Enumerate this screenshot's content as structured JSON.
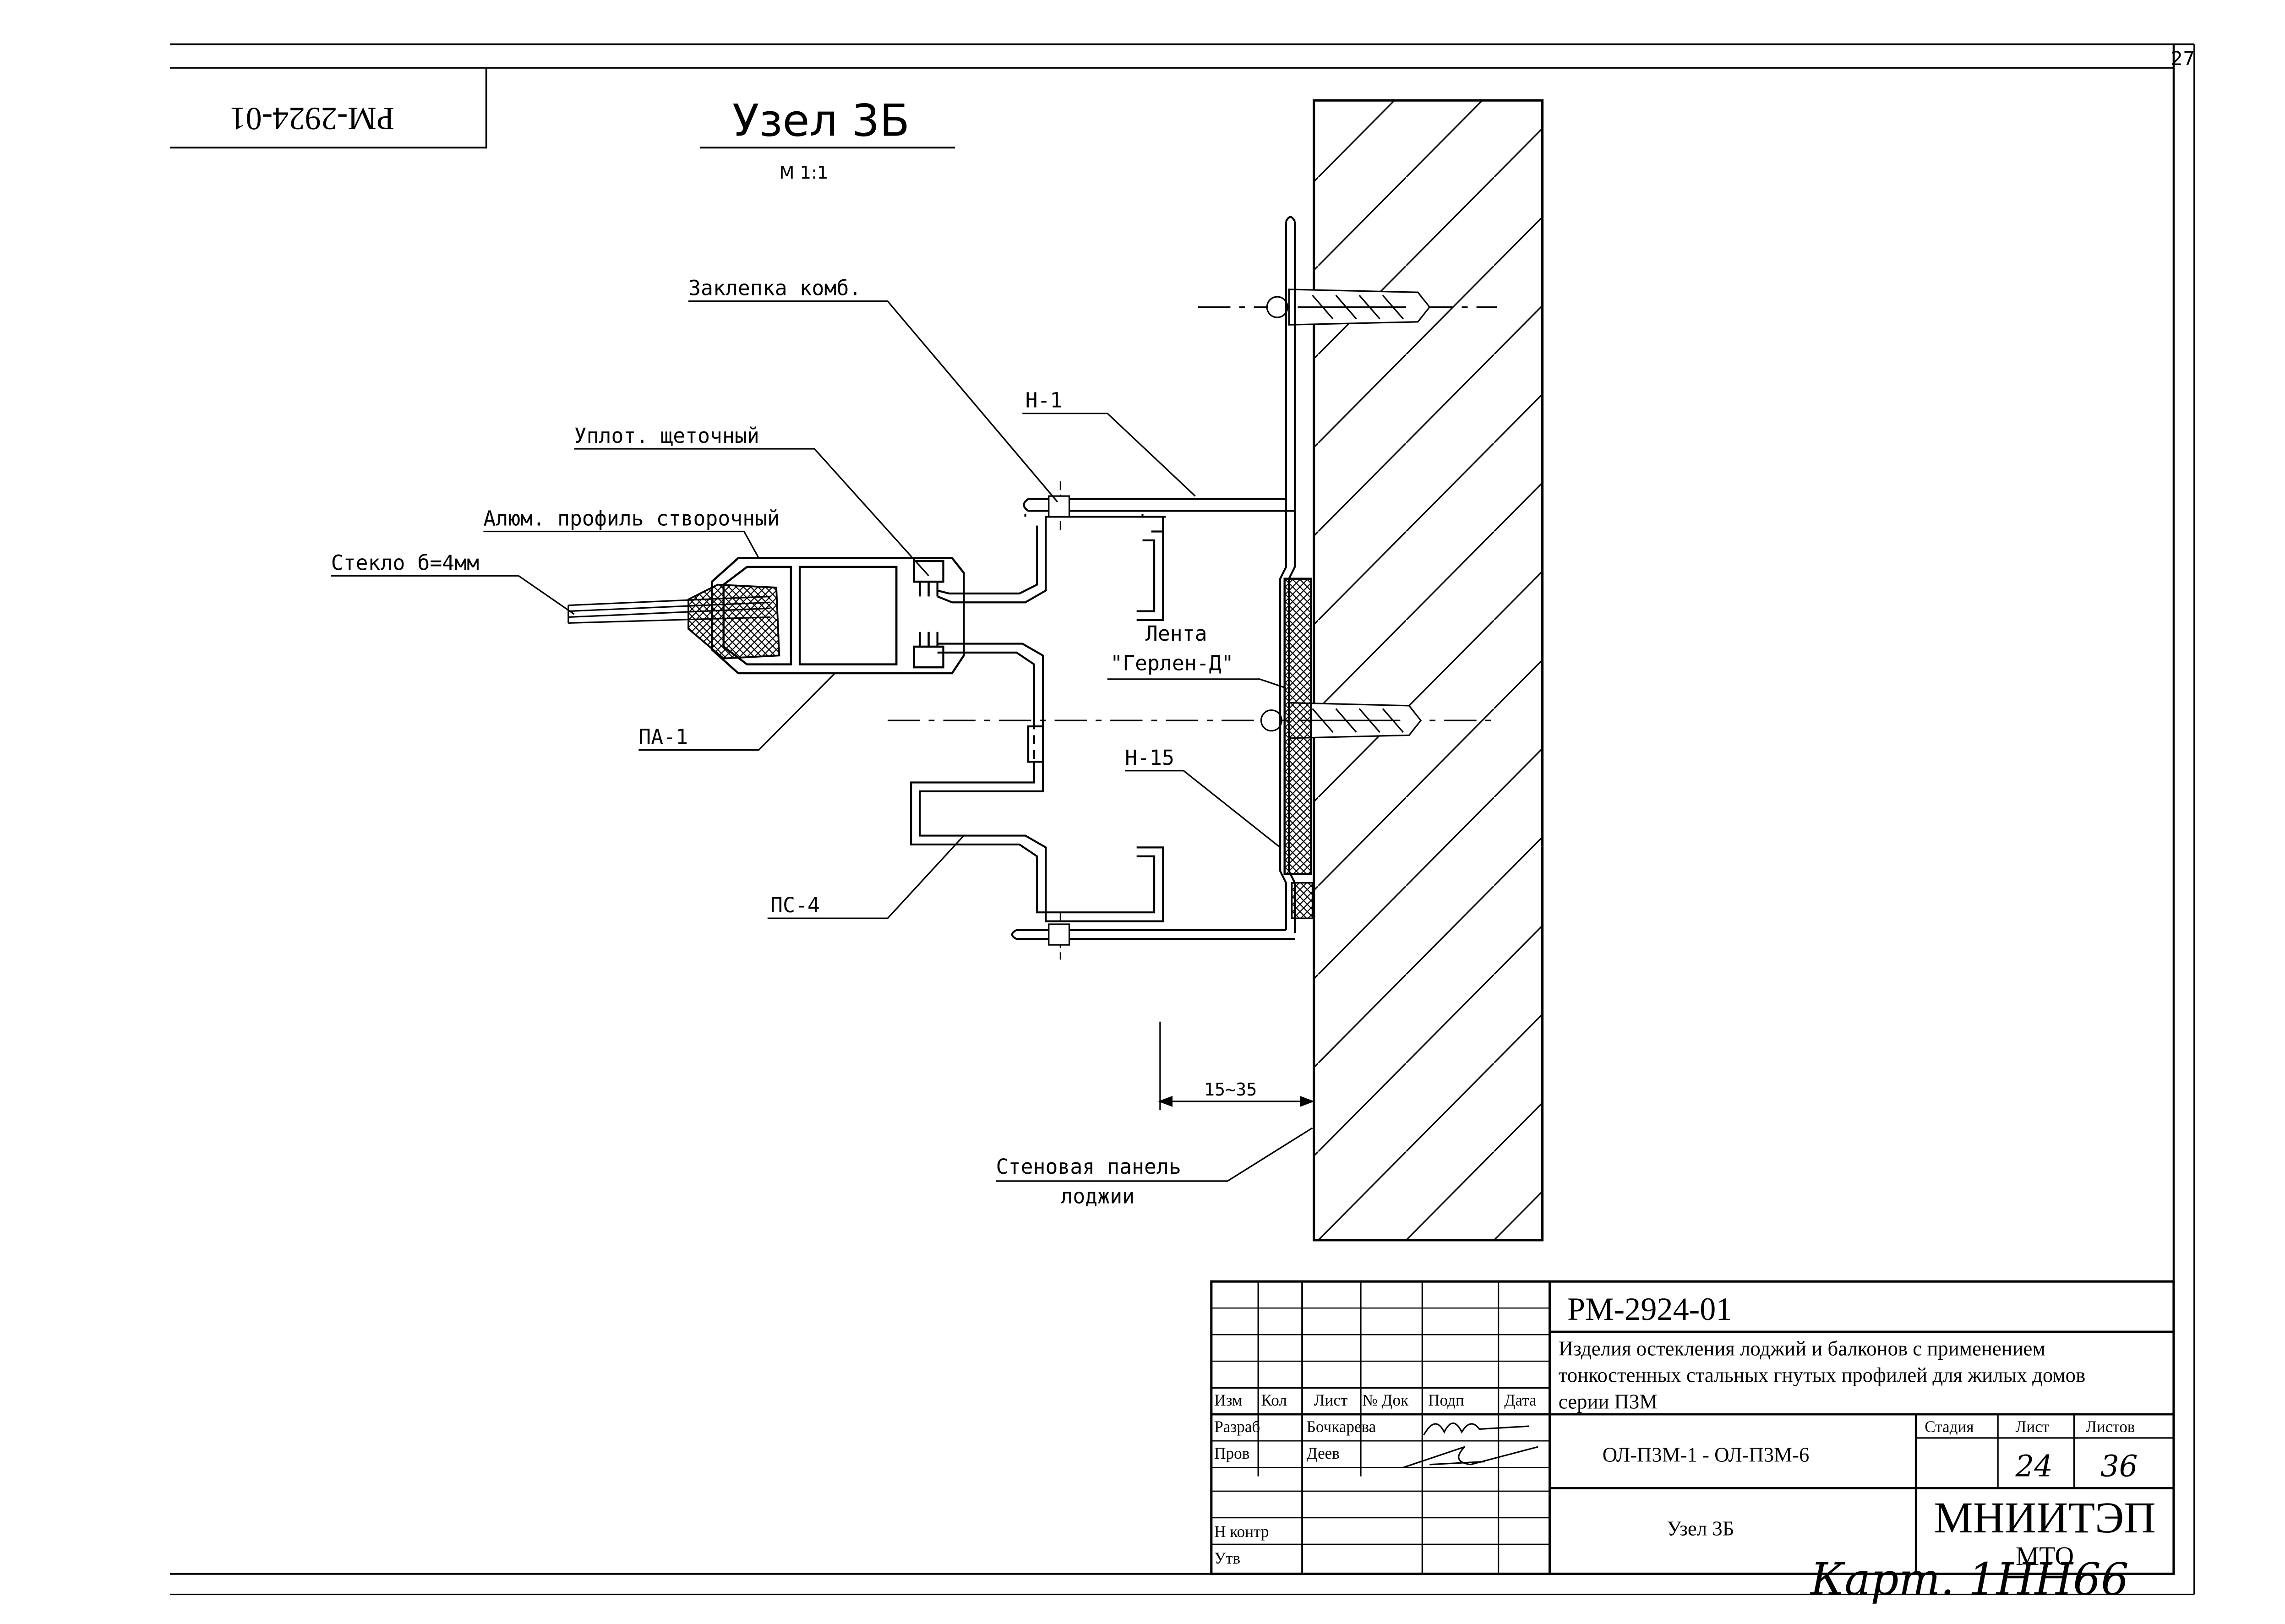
{
  "page_number": "27",
  "rotated_stamp": "РМ-2924-01",
  "node": {
    "title": "Узел 3Б",
    "scale": "М 1:1"
  },
  "callouts": {
    "rivet": "Заклепка комб.",
    "h1": "Н-1",
    "seal": "Уплот. щеточный",
    "alum_profile": "Алюм. профиль створочный",
    "glass": "Стекло б=4мм",
    "pa1": "ПА-1",
    "tape_1": "Лента",
    "tape_2": "\"Герлен-Д\"",
    "h15": "Н-15",
    "ps4": "ПС-4",
    "gap": "15~35",
    "wall_1": "Стеновая панель",
    "wall_2": "лоджии"
  },
  "title_block": {
    "code": "РМ-2924-01",
    "description_lines": [
      "Изделия остекления лоджий и балконов с применением",
      "тонкостенных стальных гнутых профилей для жилых домов",
      "серии П3М"
    ],
    "headers": {
      "izm": "Изм",
      "kol": "Кол",
      "list": "Лист",
      "ndoc": "№ Док",
      "podp": "Подп",
      "data": "Дата"
    },
    "roles": {
      "razrab": "Разраб",
      "prov": "Пров",
      "nkontr": "Н контр",
      "utv": "Утв"
    },
    "people": {
      "razrab": "Бочкарева",
      "prov": "Деев"
    },
    "designation": "ОЛ-П3М-1 - ОЛ-П3М-6",
    "sheet_name": "Узел 3Б",
    "stage_label": "Стадия",
    "sheet_label": "Лист",
    "sheets_label": "Листов",
    "sheet_value": "24",
    "sheets_value": "36",
    "org": "МНИИТЭП",
    "org_sub": "МТО",
    "handwritten_note": "Карт. 1НН66"
  }
}
